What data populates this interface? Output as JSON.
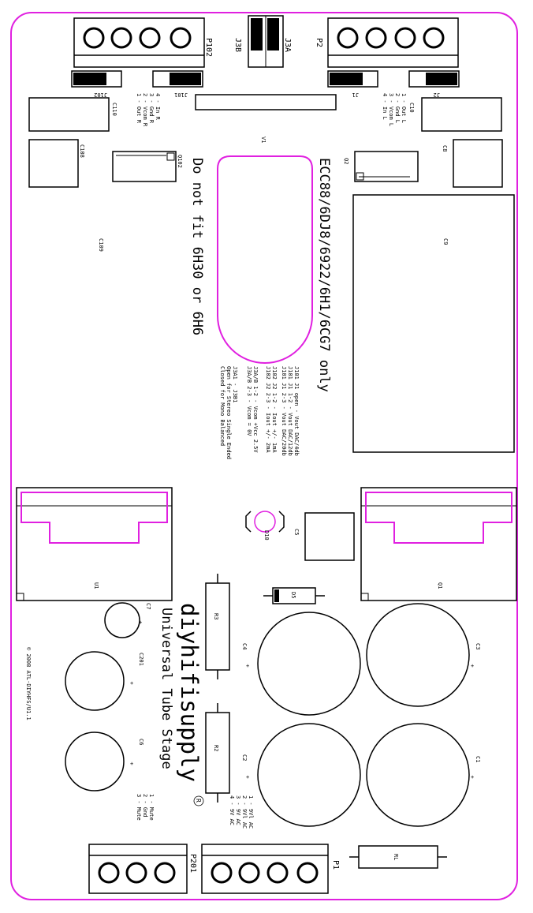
{
  "colors": {
    "outline": "#e020e0",
    "ink": "#000000",
    "background": "#ffffff"
  },
  "connectors": {
    "P102": "P102",
    "P2": "P2",
    "J3B": "J3B",
    "J3A": "J3A",
    "J102": "J102",
    "J101": "J101",
    "J1": "J1",
    "J2": "J2",
    "P201": "P201",
    "P1": "P1"
  },
  "components": {
    "C110": "C110",
    "C10": "C10",
    "C108": "C108",
    "C8": "C8",
    "Q102": "Q102",
    "Q2": "Q2",
    "C109": "C109",
    "C9": "C9",
    "V1": "V1",
    "U1": "U1",
    "Q1": "Q1",
    "C5": "C5",
    "D10": "D10",
    "D5": "D5",
    "C7": "C7",
    "R3": "R3",
    "C4": "C4",
    "C3": "C3",
    "C201": "C201",
    "C6": "C6",
    "R2": "R2",
    "C2": "C2",
    "C1": "C1",
    "RL": "RL",
    "plus": "+"
  },
  "pin_notes": {
    "left_input": [
      "4 - In R",
      "3 - Gnd R",
      "2 - Vcom R",
      "1 - Out R"
    ],
    "right_input": [
      "1 - Out L",
      "2 - Gnd L",
      "3 - Vcom L",
      "4 - In L"
    ],
    "mute": [
      "1 - Mute",
      "2 - Gnd",
      "3 - Mute"
    ],
    "power": [
      "1 - 9Vl AC",
      "2 - 9Vl AC",
      "3 - 9V AC",
      "4 - 9V AC"
    ]
  },
  "notes": {
    "tube_types": "ECC88/6DJ8/6922/6H1/6CG7 only",
    "do_not_fit": "Do not fit 6H30 or 6H6",
    "jumper_lines": [
      "J101  J1   open - Vout DAC/4db",
      "J101  J1   1-2  - Vout DAC/12db",
      "J101  J1   2-3  - Vout DAC/20db",
      "J102  J2   1-2  - Iout +/- 1mA",
      "J102  J2   2-3  - Iout +/- 2mA",
      "J3A/B   1-2 - Vcom +Vcc  2.5V",
      "J3A/B   2-3 - Vcom = 0V",
      "J3A1 - J3B1",
      "Open for Stereo Single Ended",
      "Closed for Mono Balanced"
    ]
  },
  "branding": {
    "logo": "diyhifisupply",
    "registered": "R",
    "subtitle": "Universal Tube Stage",
    "copyright": "© 2008 ATL-DIYHFS/U1.1"
  }
}
